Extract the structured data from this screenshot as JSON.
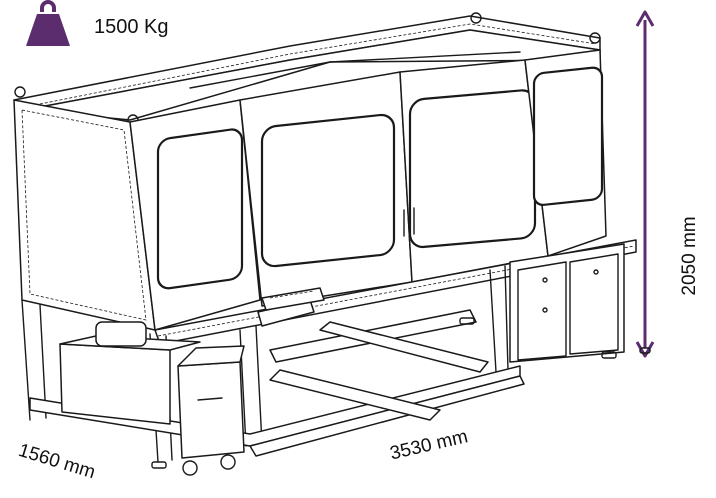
{
  "weight": {
    "icon": "weight-icon",
    "label": "1500 Kg"
  },
  "dimensions": {
    "height": "2050 mm",
    "length": "3530 mm",
    "width": "1560 mm"
  },
  "colors": {
    "accent": "#5b2d6e",
    "line": "#1a1a1a"
  }
}
